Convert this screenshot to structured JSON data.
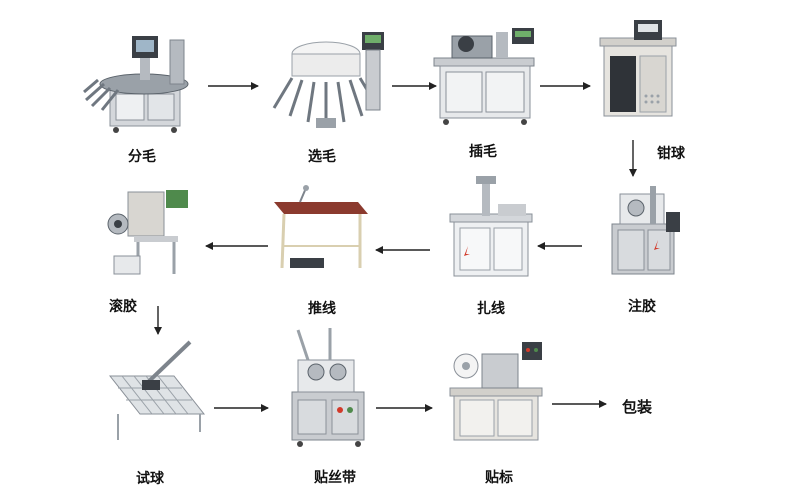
{
  "steps": [
    {
      "label": "分毛"
    },
    {
      "label": "选毛"
    },
    {
      "label": "插毛"
    },
    {
      "label": "钳球"
    },
    {
      "label": "注胶"
    },
    {
      "label": "扎线"
    },
    {
      "label": "推线"
    },
    {
      "label": "滚胶"
    },
    {
      "label": "试球"
    },
    {
      "label": "贴丝带"
    },
    {
      "label": "贴标"
    }
  ],
  "end": {
    "label": "包装"
  },
  "colors": {
    "machine_body": "#c9ccd0",
    "machine_dark": "#6f7780",
    "machine_light": "#eef0f2",
    "panel_dark": "#3a3f45",
    "table_top": "#8b3a2e",
    "table_leg": "#d9cfb0",
    "arrow": "#222222"
  }
}
